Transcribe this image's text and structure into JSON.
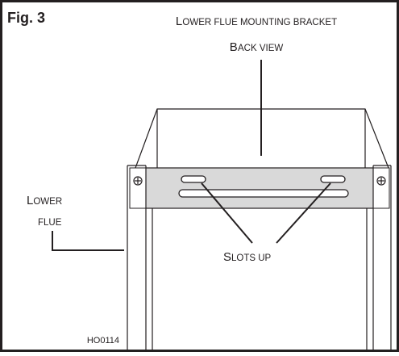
{
  "figure": {
    "label": "Fig. 3",
    "title_line1": {
      "cap": "L",
      "rest": "OWER FLUE MOUNTING BRACKET"
    },
    "title_line2": {
      "cap": "B",
      "rest": "ACK VIEW"
    },
    "callout_lower_flue": {
      "line1": {
        "cap": "L",
        "rest": "OWER"
      },
      "line2": {
        "cap": "",
        "rest": "FLUE"
      }
    },
    "callout_slots": {
      "cap": "S",
      "rest": "LOTS UP"
    },
    "drawing_code": "HO0114"
  },
  "colors": {
    "line": "#231f20",
    "bracket_fill": "#d9d9d9",
    "background": "#ffffff"
  }
}
